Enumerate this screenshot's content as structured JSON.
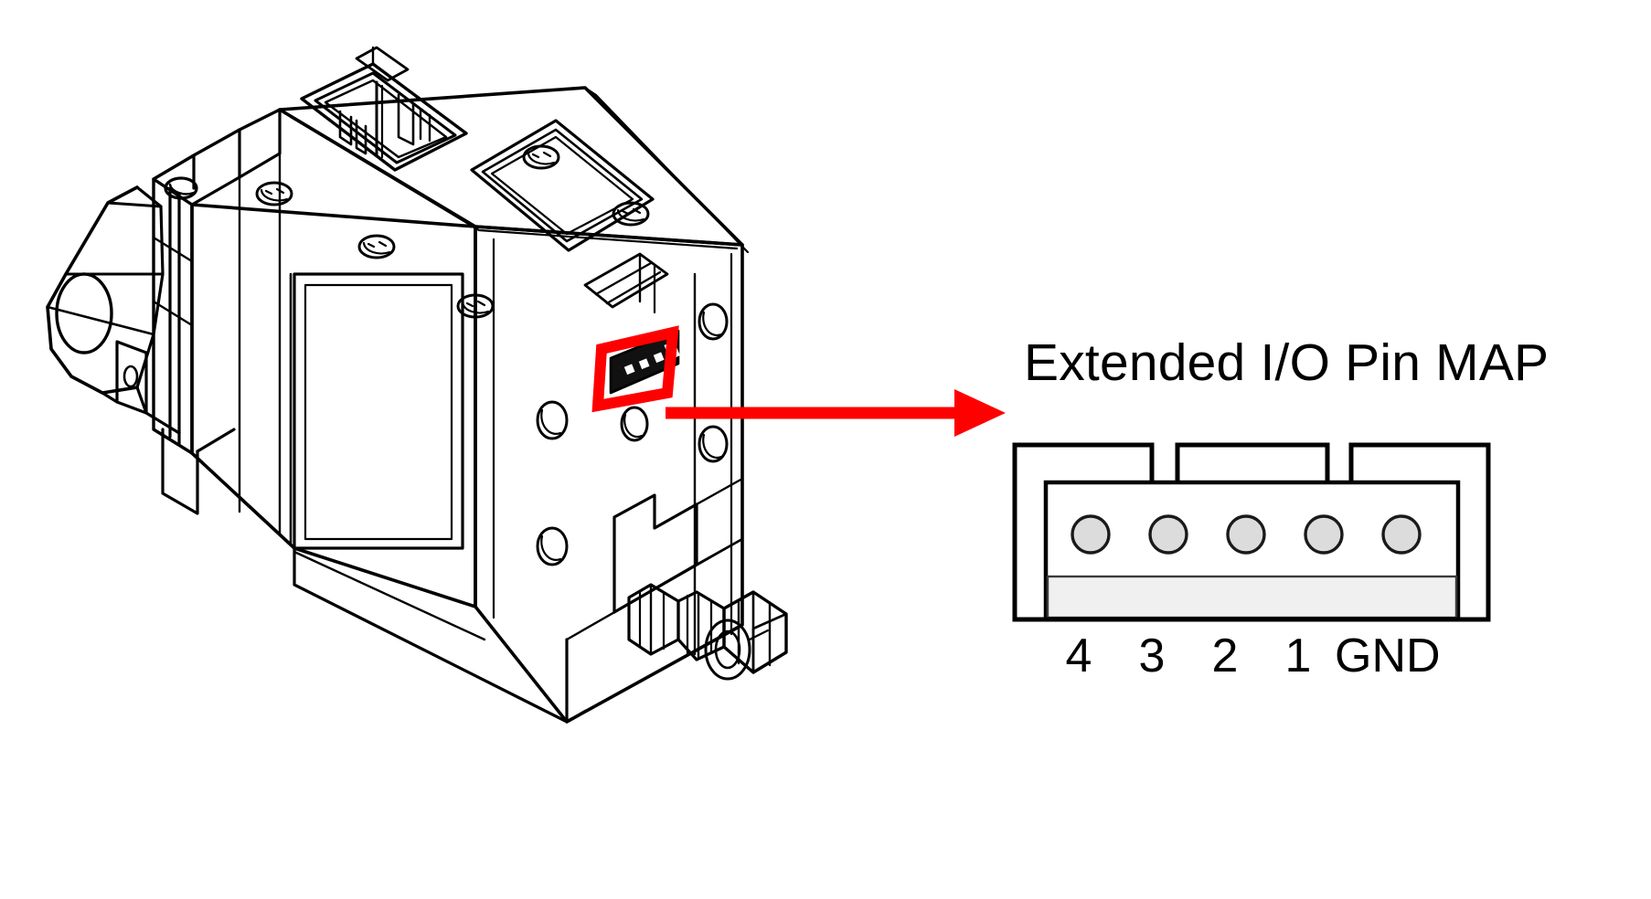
{
  "figure": {
    "kind": "technical-line-drawing",
    "background_color": "#FFFFFF",
    "line_color": "#000000",
    "accent_color": "#FF0000"
  },
  "device": {
    "name": "industrial-sensor-housing",
    "view": "isometric",
    "features": [
      "mounting-bracket-flange",
      "top-rj45-port",
      "recessed-label-plate",
      "side-panel",
      "cable-gland-connector",
      "extended-io-port"
    ]
  },
  "callout": {
    "highlight_shape": "parallelogram-outline",
    "highlight_color": "#FF0000",
    "arrow_color": "#FF0000",
    "arrow_direction": "right"
  },
  "pinmap": {
    "title": "Extended I/O Pin MAP",
    "pin_count": 5,
    "pin_fill": "#DCDCDC",
    "pin_stroke": "#1A1A1A",
    "shell_fill": "#FFFFFF",
    "shell_stroke": "#000000",
    "base_strip_fill": "#F0F0F0",
    "labels": [
      {
        "text": "4",
        "width_class": "w-num"
      },
      {
        "text": "3",
        "width_class": "w-num"
      },
      {
        "text": "2",
        "width_class": "w-num"
      },
      {
        "text": "1",
        "width_class": "w-num"
      },
      {
        "text": "GND",
        "width_class": "w-gnd"
      }
    ]
  }
}
